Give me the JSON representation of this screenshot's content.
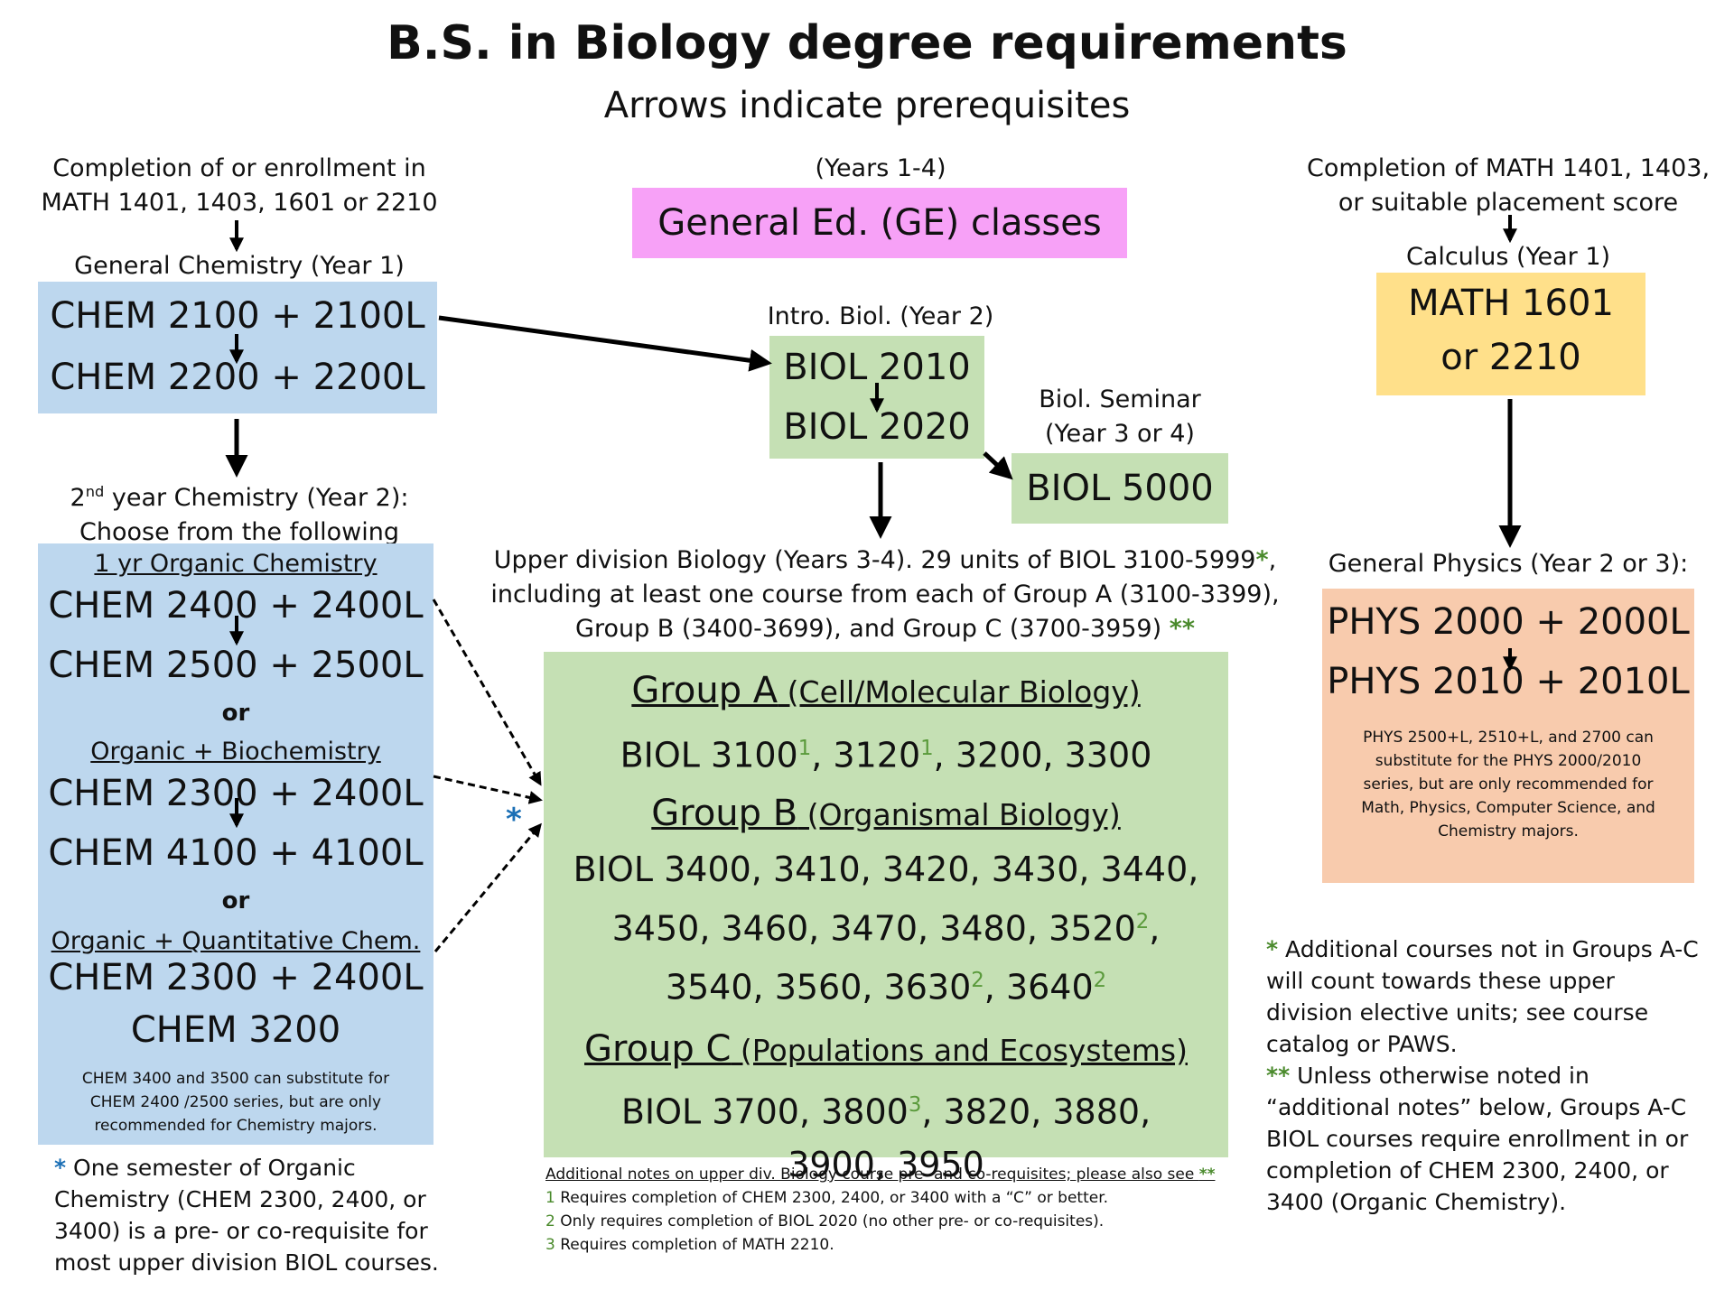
{
  "title": "B.S. in Biology degree requirements",
  "subtitle": "Arrows indicate prerequisites",
  "chem": {
    "prereq_line1": "Completion of or enrollment in",
    "prereq_line2": "MATH 1401, 1403, 1601 or 2210",
    "general_label": "General Chemistry (Year 1)",
    "general_courses": [
      "CHEM 2100 + 2100L",
      "CHEM 2200 + 2200L"
    ],
    "second_year_label_pre": "2",
    "second_year_label_sup": "nd",
    "second_year_label_post": " year Chemistry (Year 2):",
    "choose_label": "Choose from the following",
    "option1_title": "1 yr Organic Chemistry",
    "option1_courses": [
      "CHEM 2400 + 2400L",
      "CHEM 2500 + 2500L"
    ],
    "or1": "or",
    "option2_title": "Organic + Biochemistry",
    "option2_courses": [
      "CHEM 2300 + 2400L",
      "CHEM 4100 + 4100L"
    ],
    "or2": "or",
    "option3_title": "Organic + Quantitative Chem.",
    "option3_courses": [
      "CHEM 2300 + 2400L",
      "CHEM 3200"
    ],
    "substitute_note": [
      "CHEM 3400 and 3500 can substitute for",
      "CHEM 2400 /2500 series, but are only",
      "recommended for Chemistry majors."
    ],
    "footnote_star": "*",
    "footnote_lines": [
      " One semester of Organic",
      "Chemistry (CHEM 2300, 2400, or",
      "3400) is a pre- or co-requisite for",
      "most upper division BIOL courses."
    ]
  },
  "ge": {
    "years": "(Years 1-4)",
    "label": "General Ed. (GE) classes"
  },
  "intro_biol": {
    "label": "Intro. Biol. (Year 2)",
    "courses": [
      "BIOL 2010",
      "BIOL 2020"
    ]
  },
  "seminar": {
    "label_line1": "Biol. Seminar",
    "label_line2": "(Year 3 or 4)",
    "course": "BIOL 5000"
  },
  "upper_div": {
    "line1": "Upper division Biology (Years 3-4). 29 units of BIOL 3100-5999",
    "line1_star": "*",
    "line1_end": ",",
    "line2": "including at least one course from each of Group A (3100-3399),",
    "line3": "Group B (3400-3699), and Group C (3700-3959) ",
    "line3_star": "**",
    "side_star": "*"
  },
  "groups": {
    "a_name": "Group A",
    "a_desc": " (Cell/Molecular Biology)",
    "b_name": "Group B",
    "b_desc": " (Organismal Biology)",
    "c_name": "Group C",
    "c_desc": " (Populations and Ecosystems)",
    "a_p1": "BIOL 3100",
    "a_s1": "1",
    "a_p2": ", 3120",
    "a_s2": "1",
    "a_p3": ", 3200, 3300",
    "b_line1": "BIOL 3400, 3410, 3420, 3430, 3440,",
    "b_l2a": "3450, 3460, 3470, 3480, 3520",
    "b_l2s": "2",
    "b_l2b": ",",
    "b_l3a": "3540, 3560, 3630",
    "b_l3s1": "2",
    "b_l3b": ", 3640",
    "b_l3s2": "2",
    "c_l1a": "BIOL 3700, 3800",
    "c_l1s": "3",
    "c_l1b": ", 3820, 3880,",
    "c_line2": "3900, 3950"
  },
  "additional_notes": {
    "header": "Additional notes on upper div. Biology course pre- and co-requisites; please also see ",
    "header_star": "**",
    "notes": [
      {
        "num": "1",
        "text": " Requires completion of CHEM 2300, 2400, or 3400 with a “C” or better."
      },
      {
        "num": "2",
        "text": " Only requires completion of BIOL 2020 (no other pre- or co-requisites)."
      },
      {
        "num": "3",
        "text": " Requires completion of MATH 2210."
      }
    ]
  },
  "math": {
    "prereq_line1": "Completion of MATH 1401, 1403,",
    "prereq_line2": "or suitable placement score",
    "label": "Calculus (Year 1)",
    "course_line1": "MATH 1601",
    "course_line2": "or 2210"
  },
  "physics": {
    "label": "General Physics (Year 2 or 3):",
    "courses": [
      "PHYS 2000 + 2000L",
      "PHYS 2010 + 2010L"
    ],
    "note": [
      "PHYS 2500+L, 2510+L, and 2700 can",
      "substitute for the PHYS 2000/2010",
      "series, but are only recommended for",
      "Math, Physics, Computer Science, and",
      "Chemistry majors."
    ]
  },
  "right_notes": {
    "star1": "*",
    "note1_lines": [
      " Additional courses not in Groups A-C",
      "will count towards these upper",
      "division elective units; see course",
      "catalog or PAWS."
    ],
    "star2": "**",
    "note2_lines": [
      " Unless otherwise noted in",
      "“additional notes” below, Groups A-C",
      "BIOL courses require enrollment in or",
      "completion of CHEM 2300, 2400, or",
      "3400 (Organic Chemistry)."
    ]
  },
  "colors": {
    "blue": "#bdd7ee",
    "green": "#c5e0b4",
    "pink": "#f7a1f7",
    "yellow": "#ffe08a",
    "orange": "#f8cbad",
    "star_green": "#4a8a2c",
    "star_blue": "#1b6fb5"
  }
}
